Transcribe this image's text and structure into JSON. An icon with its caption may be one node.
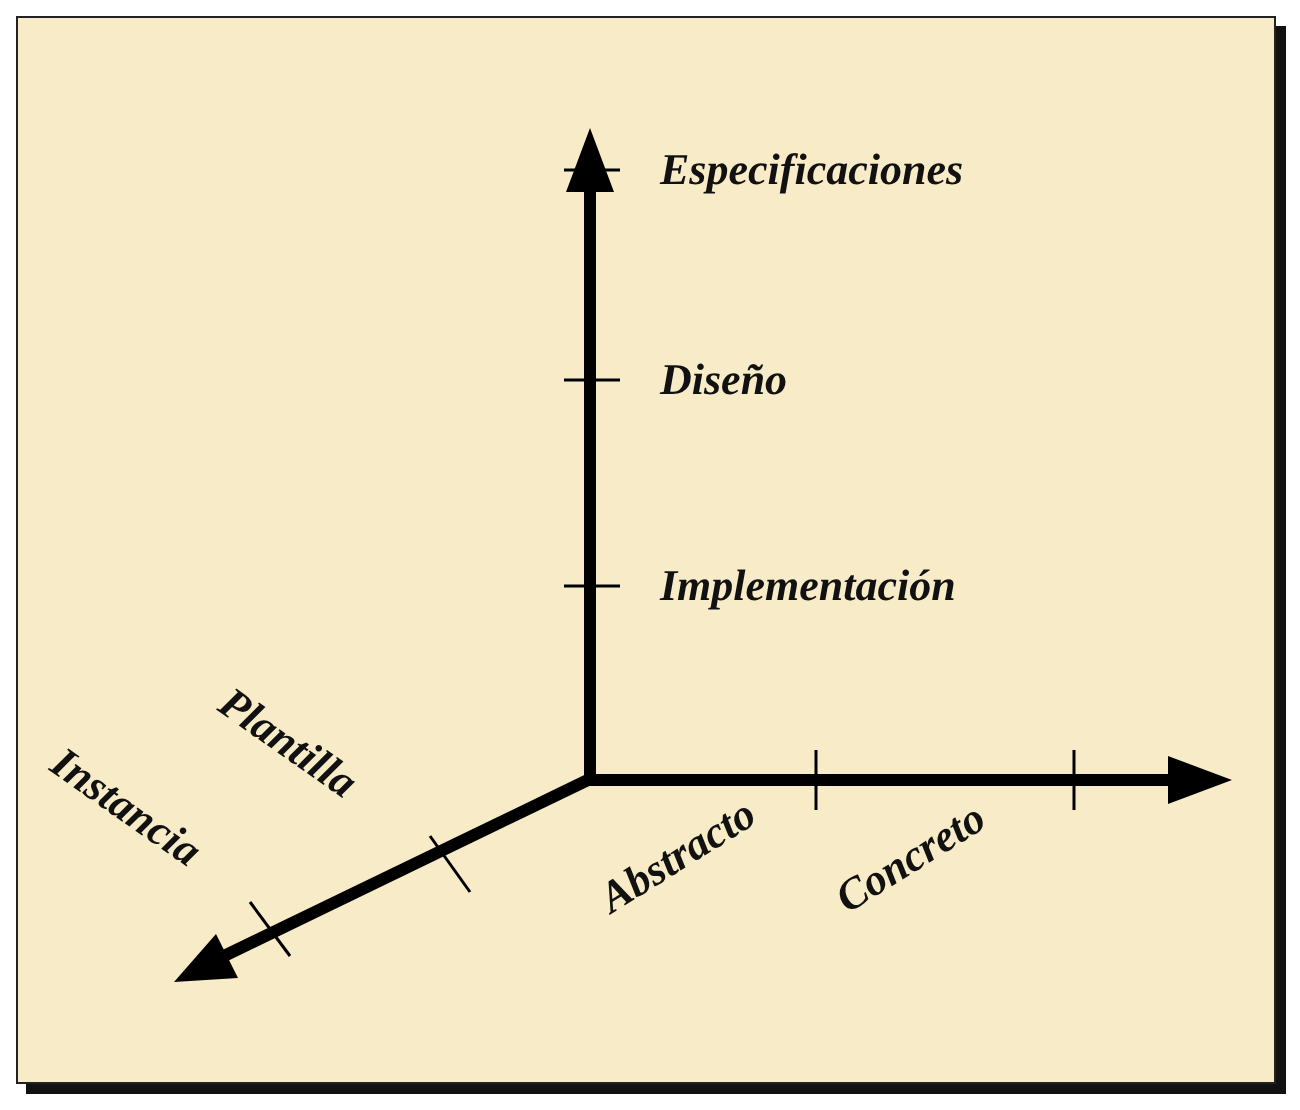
{
  "diagram": {
    "labels": [
      "Especificaciones",
      "Diseño",
      "Implementación",
      "Plantilla",
      "Instancia",
      "Abstracto",
      "Concreto"
    ]
  }
}
